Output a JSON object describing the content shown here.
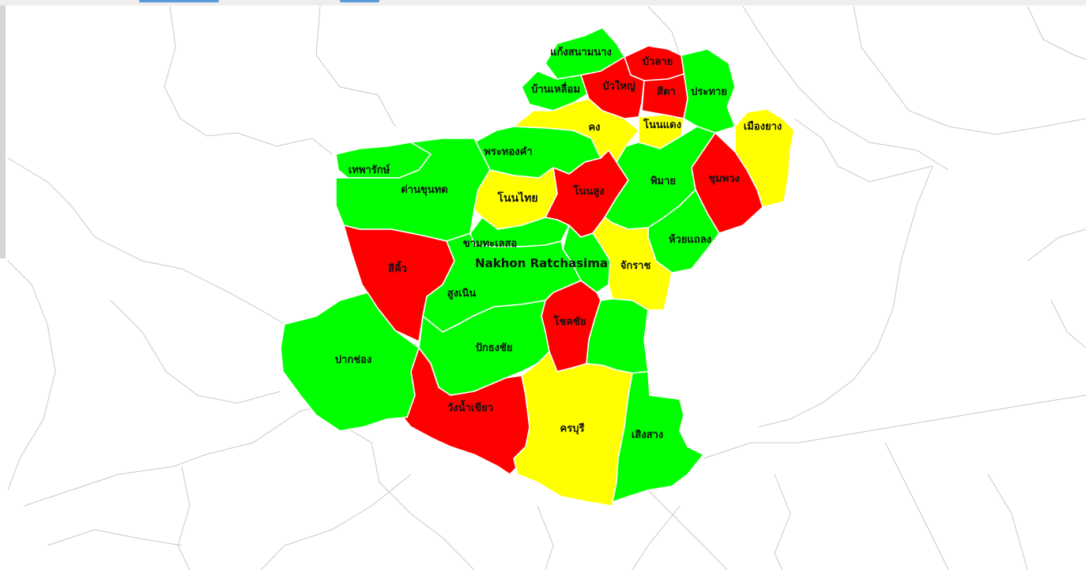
{
  "map": {
    "province_label": "Nakhon Ratchasima",
    "colors": {
      "green": "#00ff00",
      "red": "#ff0000",
      "yellow": "#ffff00",
      "background": "#ffffff",
      "neighbor_border": "#c8c8c8"
    },
    "districts": [
      {
        "id": "kaeng-sanam-nang",
        "label": "แก้งสนามนาง",
        "status": "green"
      },
      {
        "id": "bua-lai",
        "label": "บัวลาย",
        "status": "red"
      },
      {
        "id": "ban-lueam",
        "label": "บ้านเหลื่อม",
        "status": "green"
      },
      {
        "id": "bua-yai",
        "label": "บัวใหญ่",
        "status": "red"
      },
      {
        "id": "sida",
        "label": "สีดา",
        "status": "red"
      },
      {
        "id": "prathai",
        "label": "ประทาย",
        "status": "green"
      },
      {
        "id": "khong",
        "label": "คง",
        "status": "yellow"
      },
      {
        "id": "non-daeng",
        "label": "โนนแดง",
        "status": "yellow"
      },
      {
        "id": "mueang-yang",
        "label": "เมืองยาง",
        "status": "yellow"
      },
      {
        "id": "phra-thong-kham",
        "label": "พระทองคำ",
        "status": "green"
      },
      {
        "id": "thepharak",
        "label": "เทพารักษ์",
        "status": "green"
      },
      {
        "id": "dan-khun-thot",
        "label": "ด่านขุนทด",
        "status": "green"
      },
      {
        "id": "non-thai",
        "label": "โนนไทย",
        "status": "yellow"
      },
      {
        "id": "non-sung",
        "label": "โนนสูง",
        "status": "red"
      },
      {
        "id": "phimai",
        "label": "พิมาย",
        "status": "green"
      },
      {
        "id": "chum-phuang",
        "label": "ชุมพวง",
        "status": "red"
      },
      {
        "id": "huai-thalaeng",
        "label": "ห้วยแถลง",
        "status": "green"
      },
      {
        "id": "kham-thale-so",
        "label": "ขามทะเลสอ",
        "status": "green"
      },
      {
        "id": "chaloem-phra-kiat",
        "label": "",
        "status": "green"
      },
      {
        "id": "sikhio",
        "label": "สีคิ้ว",
        "status": "red"
      },
      {
        "id": "chakkarat",
        "label": "จักราช",
        "status": "yellow"
      },
      {
        "id": "sung-noen",
        "label": "สูงเนิน",
        "status": "green"
      },
      {
        "id": "chok-chai",
        "label": "โชคชัย",
        "status": "red"
      },
      {
        "id": "nong-bun-mak",
        "label": "",
        "status": "green"
      },
      {
        "id": "pak-thong-chai",
        "label": "ปักธงชัย",
        "status": "green"
      },
      {
        "id": "pak-chong",
        "label": "ปากช่อง",
        "status": "green"
      },
      {
        "id": "wang-nam-khiao",
        "label": "วังน้ำเขียว",
        "status": "red"
      },
      {
        "id": "khon-buri",
        "label": "ครบุรี",
        "status": "yellow"
      },
      {
        "id": "soeng-sang",
        "label": "เสิงสาง",
        "status": "green"
      }
    ]
  }
}
